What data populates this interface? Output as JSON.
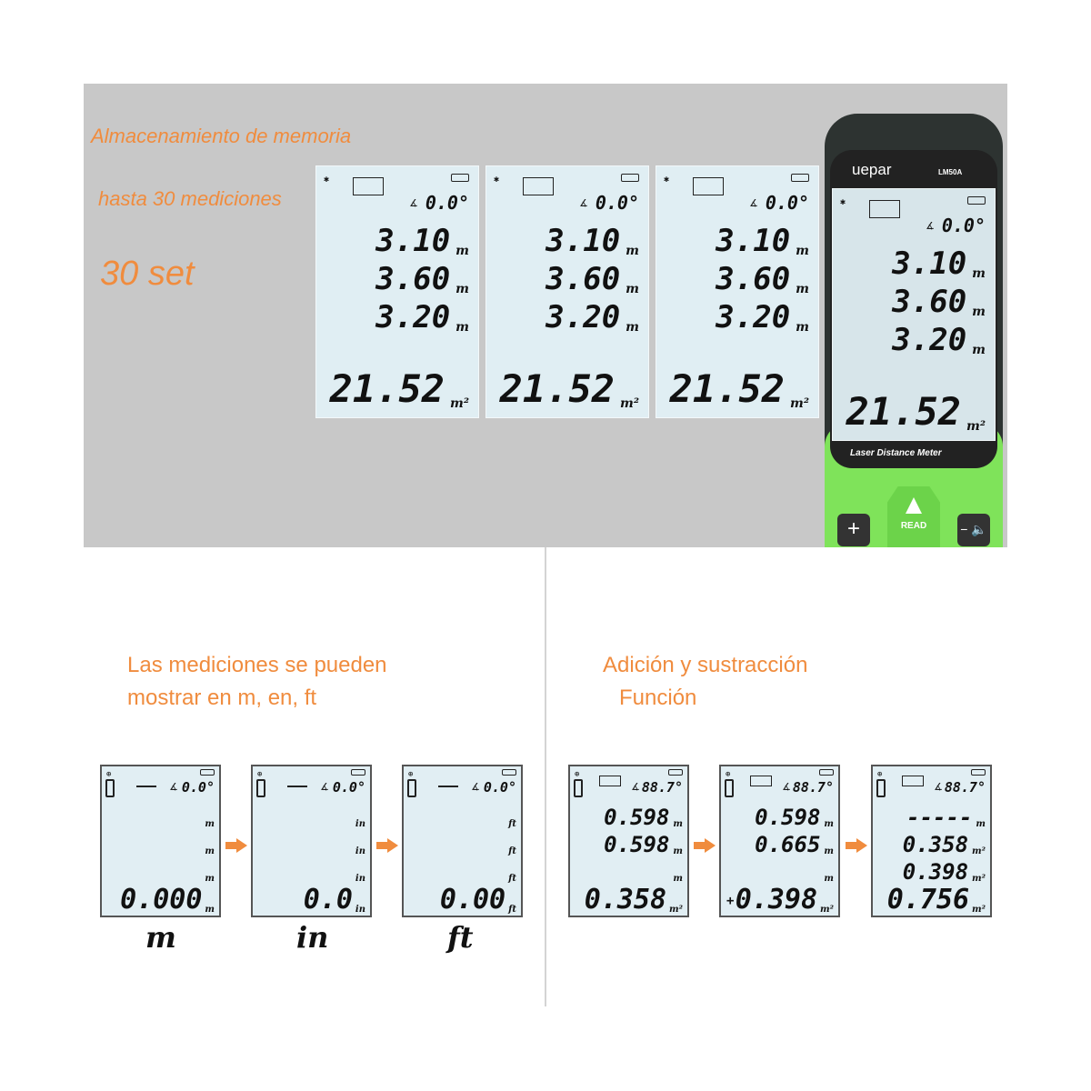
{
  "top": {
    "line1": "Almacenamiento de memoria",
    "line2": "hasta 30 mediciones",
    "line3": "30 set",
    "device": {
      "brand": "uepar",
      "model": "LM50A",
      "label": "Laser Distance Meter",
      "plus": "+",
      "read": "READ",
      "minus": "−",
      "speaker": "🔈"
    },
    "memory_cards": [
      {
        "angle": "0.0°",
        "rows": [
          "3.10",
          "3.60",
          "3.20"
        ],
        "row_unit": "m",
        "main": "21.52",
        "main_unit": "m²"
      },
      {
        "angle": "0.0°",
        "rows": [
          "3.10",
          "3.60",
          "3.20"
        ],
        "row_unit": "m",
        "main": "21.52",
        "main_unit": "m²"
      },
      {
        "angle": "0.0°",
        "rows": [
          "3.10",
          "3.60",
          "3.20"
        ],
        "row_unit": "m",
        "main": "21.52",
        "main_unit": "m²"
      },
      {
        "angle": "0.0°",
        "rows": [
          "3.10",
          "3.60",
          "3.20"
        ],
        "row_unit": "m",
        "main": "21.52",
        "main_unit": "m²"
      }
    ]
  },
  "units_section": {
    "heading1": "Las mediciones se pueden",
    "heading2": "mostrar en m, en, ft",
    "screens": [
      {
        "angle": "0.0°",
        "rows": [
          "",
          "",
          ""
        ],
        "units": [
          "m",
          "m",
          "m"
        ],
        "main": "0.000",
        "main_unit": "m",
        "caption": "m"
      },
      {
        "angle": "0.0°",
        "rows": [
          "",
          "",
          ""
        ],
        "units": [
          "in",
          "in",
          "in"
        ],
        "main": "0.0",
        "main_unit": "in",
        "caption": "in"
      },
      {
        "angle": "0.0°",
        "rows": [
          "",
          "",
          ""
        ],
        "units": [
          "ft",
          "ft",
          "ft"
        ],
        "main": "0.00",
        "main_unit": "ft",
        "caption": "ft"
      }
    ]
  },
  "calc_section": {
    "heading1": "Adición y sustracción",
    "heading2": "Función",
    "screens": [
      {
        "angle": "88.7°",
        "rows": [
          "0.598",
          "0.598",
          ""
        ],
        "units": [
          "m",
          "m",
          "m"
        ],
        "sign": "",
        "main": "0.358",
        "main_unit": "m²"
      },
      {
        "angle": "88.7°",
        "rows": [
          "0.598",
          "0.665",
          ""
        ],
        "units": [
          "m",
          "m",
          "m"
        ],
        "sign": "+",
        "main": "0.398",
        "main_unit": "m²"
      },
      {
        "angle": "88.7°",
        "rows": [
          "-----",
          "0.358",
          "0.398"
        ],
        "units": [
          "m",
          "m²",
          "m²"
        ],
        "sign": "",
        "main": "0.756",
        "main_unit": "m²"
      }
    ]
  },
  "colors": {
    "accent": "#f08c3e",
    "device_green": "#7fe35a",
    "lcd": "#e1eef3",
    "panel": "#c8c8c8"
  }
}
